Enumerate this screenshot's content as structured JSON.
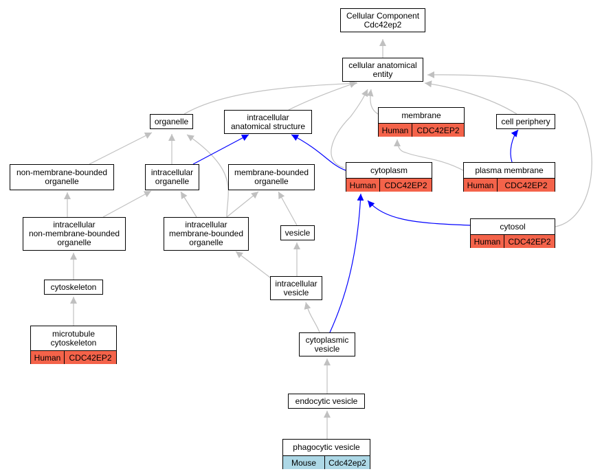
{
  "colors": {
    "edge_gray": "#c0c0c0",
    "edge_blue": "#0000ff",
    "human": "#f4634a",
    "mouse": "#add8e6"
  },
  "nodes": [
    {
      "id": "root",
      "title": "Cellular Component\nCdc42ep2"
    },
    {
      "id": "cae",
      "title": "cellular anatomical\nentity"
    },
    {
      "id": "organelle",
      "title": "organelle"
    },
    {
      "id": "ias",
      "title": "intracellular\nanatomical structure"
    },
    {
      "id": "membrane",
      "title": "membrane",
      "species": "Human",
      "gene": "CDC42EP2",
      "species_color": "human"
    },
    {
      "id": "cellperiph",
      "title": "cell periphery"
    },
    {
      "id": "nmbo",
      "title": "non-membrane-bounded\norganelle"
    },
    {
      "id": "intorg",
      "title": "intracellular\norganelle"
    },
    {
      "id": "mbo",
      "title": "membrane-bounded\norganelle"
    },
    {
      "id": "cytoplasm",
      "title": "cytoplasm",
      "species": "Human",
      "gene": "CDC42EP2",
      "species_color": "human"
    },
    {
      "id": "pm",
      "title": "plasma membrane",
      "species": "Human",
      "gene": "CDC42EP2",
      "species_color": "human"
    },
    {
      "id": "inmbo",
      "title": "intracellular\nnon-membrane-bounded\norganelle"
    },
    {
      "id": "imbo",
      "title": "intracellular\nmembrane-bounded\norganelle"
    },
    {
      "id": "vesicle",
      "title": "vesicle"
    },
    {
      "id": "cytosol",
      "title": "cytosol",
      "species": "Human",
      "gene": "CDC42EP2",
      "species_color": "human"
    },
    {
      "id": "cytoskeleton",
      "title": "cytoskeleton"
    },
    {
      "id": "intves",
      "title": "intracellular\nvesicle"
    },
    {
      "id": "mtcs",
      "title": "microtubule\ncytoskeleton",
      "species": "Human",
      "gene": "CDC42EP2",
      "species_color": "human"
    },
    {
      "id": "cytoves",
      "title": "cytoplasmic\nvesicle"
    },
    {
      "id": "endo",
      "title": "endocytic vesicle"
    },
    {
      "id": "phago",
      "title": "phagocytic vesicle",
      "species": "Mouse",
      "gene": "Cdc42ep2",
      "species_color": "mouse"
    }
  ],
  "edges": [
    {
      "from": "cae",
      "to": "root",
      "color": "gray"
    },
    {
      "from": "organelle",
      "to": "cae",
      "color": "gray"
    },
    {
      "from": "ias",
      "to": "cae",
      "color": "gray"
    },
    {
      "from": "membrane",
      "to": "cae",
      "color": "gray"
    },
    {
      "from": "cellperiph",
      "to": "cae",
      "color": "gray"
    },
    {
      "from": "cytoplasm",
      "to": "cae",
      "color": "gray"
    },
    {
      "from": "cytosol",
      "to": "cae",
      "color": "gray"
    },
    {
      "from": "nmbo",
      "to": "organelle",
      "color": "gray"
    },
    {
      "from": "intorg",
      "to": "organelle",
      "color": "gray"
    },
    {
      "from": "imbo",
      "to": "organelle",
      "color": "gray"
    },
    {
      "from": "intorg",
      "to": "ias",
      "color": "blue"
    },
    {
      "from": "cytoplasm",
      "to": "ias",
      "color": "blue"
    },
    {
      "from": "pm",
      "to": "membrane",
      "color": "gray"
    },
    {
      "from": "pm",
      "to": "cellperiph",
      "color": "blue"
    },
    {
      "from": "inmbo",
      "to": "nmbo",
      "color": "gray"
    },
    {
      "from": "inmbo",
      "to": "intorg",
      "color": "gray"
    },
    {
      "from": "imbo",
      "to": "intorg",
      "color": "gray"
    },
    {
      "from": "imbo",
      "to": "mbo",
      "color": "gray"
    },
    {
      "from": "vesicle",
      "to": "mbo",
      "color": "gray"
    },
    {
      "from": "cytosol",
      "to": "cytoplasm",
      "color": "blue"
    },
    {
      "from": "cytoves",
      "to": "cytoplasm",
      "color": "blue"
    },
    {
      "from": "cytoskeleton",
      "to": "inmbo",
      "color": "gray"
    },
    {
      "from": "intves",
      "to": "imbo",
      "color": "gray"
    },
    {
      "from": "intves",
      "to": "vesicle",
      "color": "gray"
    },
    {
      "from": "mtcs",
      "to": "cytoskeleton",
      "color": "gray"
    },
    {
      "from": "cytoves",
      "to": "intves",
      "color": "gray"
    },
    {
      "from": "endo",
      "to": "cytoves",
      "color": "gray"
    },
    {
      "from": "phago",
      "to": "endo",
      "color": "gray"
    }
  ]
}
